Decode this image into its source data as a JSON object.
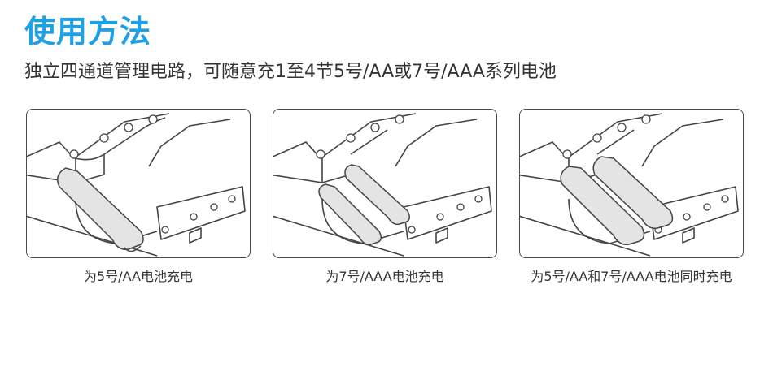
{
  "header": {
    "title": "使用方法",
    "subtitle": "独立四通道管理电路，可随意充1至4节5号/AA或7号/AAA系列电池"
  },
  "accent_color": "#1ea0e6",
  "panels": [
    {
      "caption": "为5号/AA电池充电",
      "batteries": [
        "AA"
      ]
    },
    {
      "caption": "为7号/AAA电池充电",
      "batteries": [
        "AAA",
        "AAA"
      ]
    },
    {
      "caption": "为5号/AA和7号/AAA电池同时充电",
      "batteries": [
        "AA",
        "AA"
      ]
    }
  ]
}
